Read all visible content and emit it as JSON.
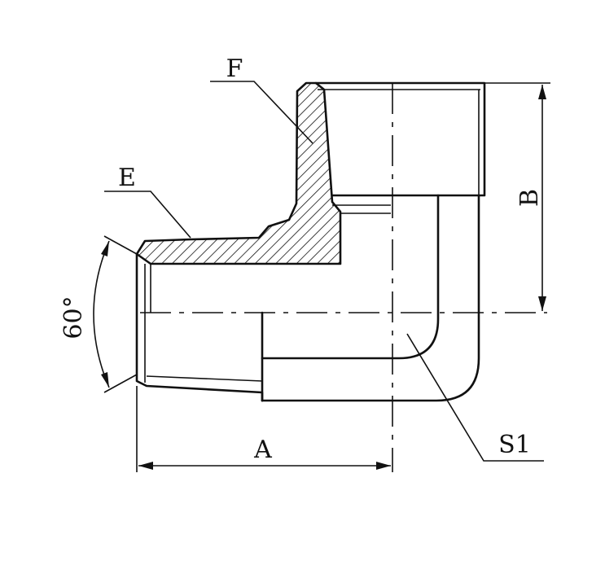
{
  "labels": {
    "F": "F",
    "E": "E",
    "angle": "60°",
    "A": "A",
    "B": "B",
    "S1": "S1"
  },
  "colors": {
    "line": "#111111",
    "background": "#ffffff"
  }
}
